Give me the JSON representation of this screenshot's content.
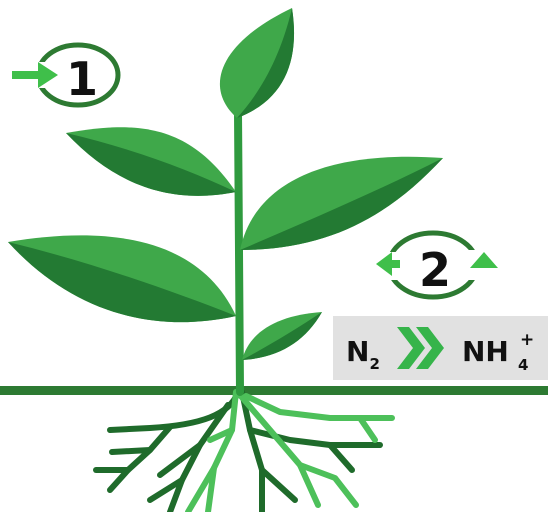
{
  "colors": {
    "background": "#ffffff",
    "leaf_light": "#3fa84a",
    "leaf_dark": "#237a33",
    "stem": "#2f9a3e",
    "ground": "#2d7a32",
    "roots_dark": "#1f6b2b",
    "roots_light": "#4dc05a",
    "badge_ring": "#2d7a32",
    "arrow_light": "#3fbf4a",
    "panel_bg": "#e1e1e1",
    "chevron": "#36b44a",
    "text": "#111111"
  },
  "steps": [
    {
      "number": "1",
      "icon": "arrow-right-icon"
    },
    {
      "number": "2",
      "icon": "cycle-arrows-icon"
    }
  ],
  "reaction": {
    "reactant": "N",
    "reactant_subscript": "2",
    "arrow_icon": "double-chevron-icon",
    "product": "NH",
    "product_subscript": "4",
    "product_superscript": "+"
  }
}
